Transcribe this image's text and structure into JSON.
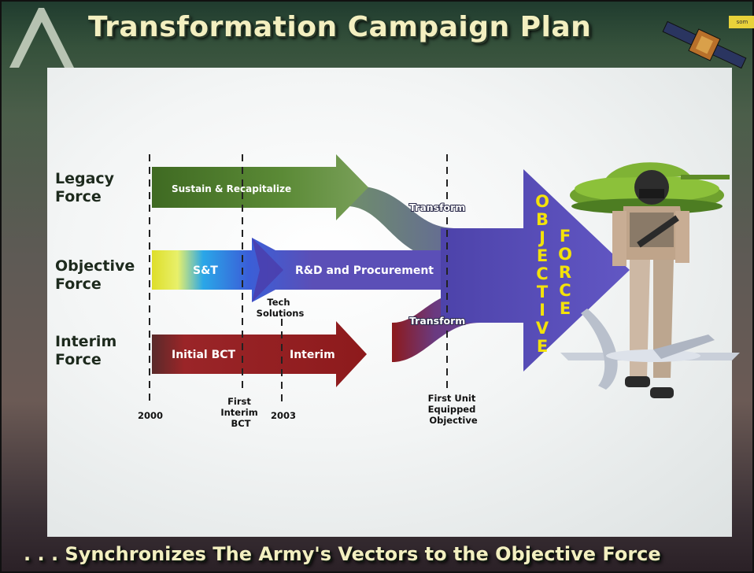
{
  "header": {
    "title": "Transformation Campaign Plan",
    "corner_tag": "som"
  },
  "rows": {
    "legacy": [
      "Legacy",
      "Force"
    ],
    "objective": [
      "Objective",
      "Force"
    ],
    "interim": [
      "Interim",
      "Force"
    ]
  },
  "arrows": {
    "legacy": "Sustain & Recapitalize",
    "st": "S&T",
    "rd": "R&D and Procurement",
    "initial_bct": "Initial BCT",
    "interim": "Interim",
    "transform_upper": "Transform",
    "transform_lower": "Transform"
  },
  "tech_solutions": [
    "Tech",
    "Solutions"
  ],
  "timeline": {
    "t2000": "2000",
    "first_interim": [
      "First",
      "Interim",
      "BCT"
    ],
    "t2003": "2003",
    "first_unit": [
      "First Unit",
      "Equipped",
      "Objective"
    ]
  },
  "objective_force": {
    "col1": [
      "O",
      "B",
      "J",
      "E",
      "C",
      "T",
      "I",
      "V",
      "E"
    ],
    "col2": [
      "F",
      "O",
      "R",
      "C",
      "E"
    ]
  },
  "footer": ". . . Synchronizes The Army's Vectors to the Objective Force",
  "colors": {
    "legacy": "#4e7a2c",
    "objective": "#5b4fb7",
    "interim": "#8d1a1c",
    "title": "#f3efc0",
    "objective_text": "#f3e20a"
  },
  "illustrations": [
    "tank",
    "soldier",
    "uav",
    "satellite"
  ]
}
